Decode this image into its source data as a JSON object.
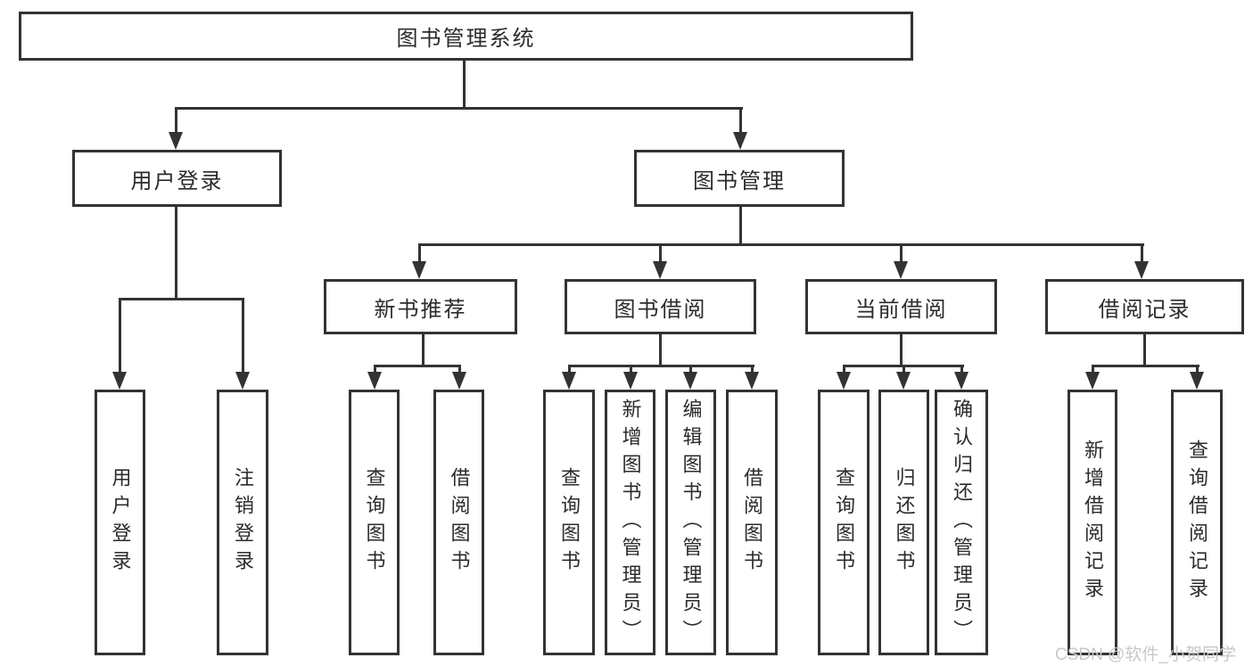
{
  "nodes": {
    "root": "图书管理系统",
    "user_login": "用户登录",
    "book_mgmt": "图书管理",
    "new_book": "新书推荐",
    "book_borrow": "图书借阅",
    "current_borrow": "当前借阅",
    "borrow_record": "借阅记录",
    "leaf_user_login": "用户登录",
    "leaf_logout": "注销登录",
    "leaf_nb_query": "查询图书",
    "leaf_nb_borrow": "借阅图书",
    "leaf_bb_query": "查询图书",
    "leaf_bb_add": "新增图书（管理员）",
    "leaf_bb_edit": "编辑图书（管理员）",
    "leaf_bb_borrow": "借阅图书",
    "leaf_cb_query": "查询图书",
    "leaf_cb_return": "归还图书",
    "leaf_cb_confirm": "确认归还（管理员）",
    "leaf_br_add": "新增借阅记录",
    "leaf_br_query": "查询借阅记录"
  },
  "watermark": "CSDN @软件_小贺同学",
  "colors": {
    "line": "#333333",
    "box_border": "#333333",
    "text": "#2b2b2b",
    "watermark": "#c8c8c8",
    "background": "#ffffff"
  }
}
